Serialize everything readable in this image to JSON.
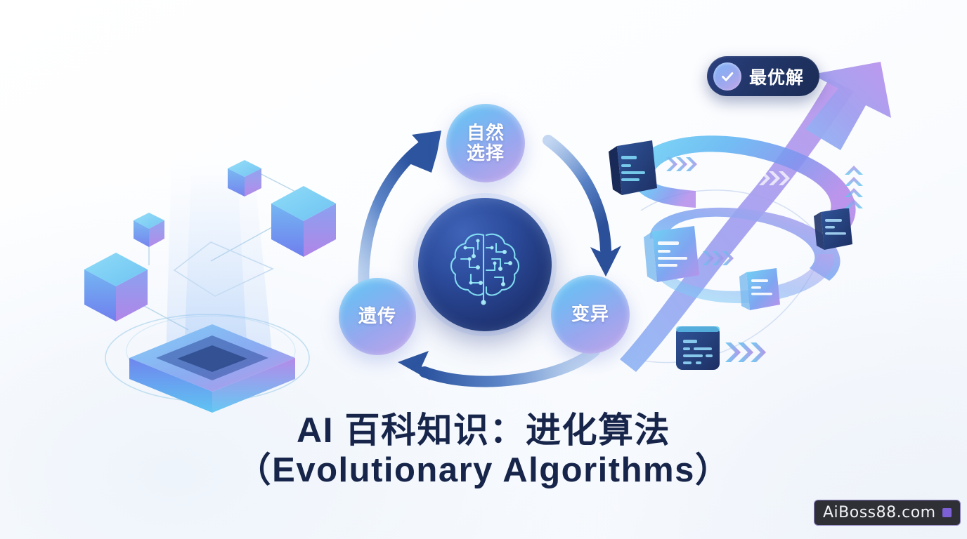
{
  "page": {
    "title_line1": "AI 百科知识：进化算法",
    "title_line2": "（Evolutionary Algorithms）",
    "title_color": "#17254a",
    "background_colors": [
      "#ffffff",
      "#f3f7fc",
      "#eef4fb"
    ]
  },
  "badge": {
    "label": "最优解",
    "icon": "check-icon",
    "pill_color": "#203465",
    "icon_gradient": [
      "#7fb4f7",
      "#c3a6e9"
    ]
  },
  "cycle": {
    "core": {
      "icon": "circuit-brain-icon",
      "orb_color": "#1f3474",
      "circuit_color": "#7fe0f5"
    },
    "nodes": [
      {
        "id": "natural-selection",
        "label": "自然\n选择",
        "line1": "自然",
        "line2": "选择"
      },
      {
        "id": "genetics",
        "label": "遗传",
        "line1": "遗传",
        "line2": ""
      },
      {
        "id": "mutation",
        "label": "变异",
        "line1": "变异",
        "line2": ""
      }
    ],
    "arrow_color": "#2f5aa8",
    "arrows": [
      {
        "from": "genetics",
        "to": "natural-selection"
      },
      {
        "from": "natural-selection",
        "to": "mutation"
      },
      {
        "from": "mutation",
        "to": "genetics"
      }
    ]
  },
  "left_scene": {
    "icon": "isometric-blockchain-icon",
    "cube_count": 4,
    "pedestal": "glowing-isometric-pedestal",
    "orbit_ring": "ellipse-orbit-ring",
    "cube_gradient": [
      "#6fd4f5",
      "#7f8ef0",
      "#b07ee8"
    ]
  },
  "right_scene": {
    "icon": "data-flow-spiral-icon",
    "ribbon_gradient": [
      "#5fd0f2",
      "#6f9bf0",
      "#b08ae8"
    ],
    "growth_arrow": "upward-trend-arrow",
    "cards": [
      {
        "id": "code-card-top",
        "style": "dark"
      },
      {
        "id": "data-card-mid",
        "style": "light"
      },
      {
        "id": "data-card-right",
        "style": "light"
      },
      {
        "id": "data-card-lower",
        "style": "light"
      },
      {
        "id": "code-card-bottom",
        "style": "dark"
      }
    ],
    "chevron_groups": 4,
    "chevron_colors": [
      "#63c8ef",
      "#8fa7ec",
      "#b08ae8"
    ]
  },
  "watermark": {
    "text": "AiBoss88.com",
    "badge_color": "#2e3036",
    "accent_color": "#7d5fd6"
  }
}
